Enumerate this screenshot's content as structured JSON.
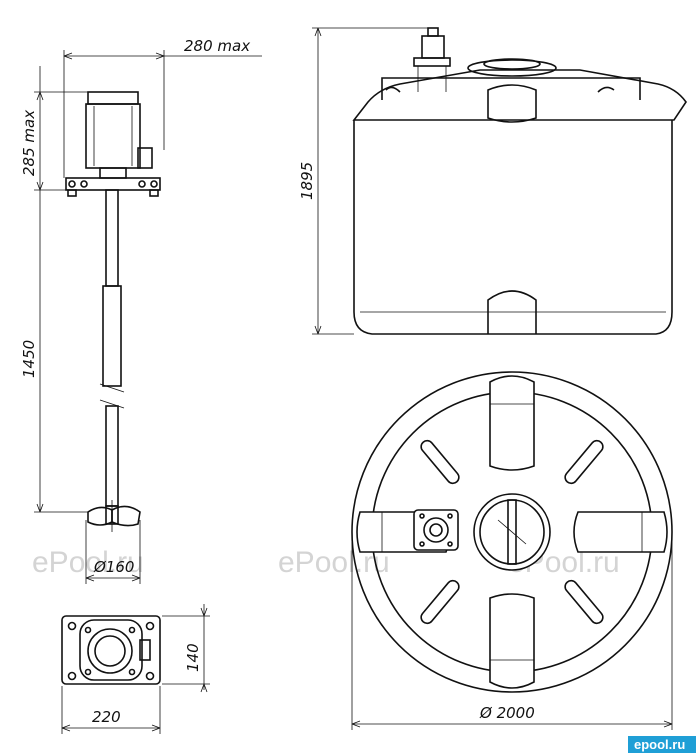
{
  "dimensions": {
    "mixer_width": "280 max",
    "motor_height": "285 max",
    "shaft_length": "1450",
    "impeller_diameter": "Ø160",
    "flange_height": "140",
    "flange_width": "220",
    "tank_height": "1895",
    "tank_diameter": "Ø 2000"
  },
  "watermarks": {
    "left": "ePool.ru",
    "middle": "ePool.ru",
    "right": "ePool.ru"
  },
  "brand": {
    "label": "epool.ru",
    "color": "#1f9fd6"
  }
}
